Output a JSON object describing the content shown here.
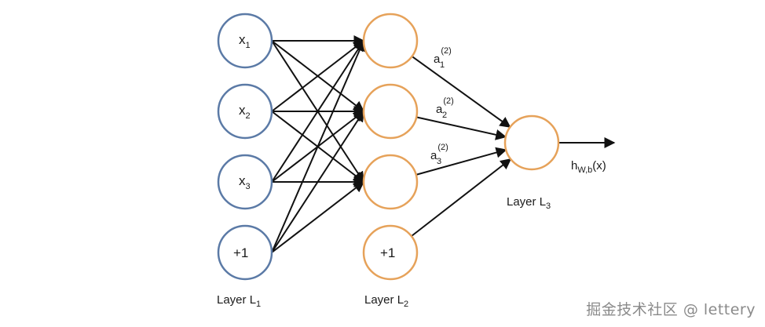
{
  "colors": {
    "input_stroke": "#5b7aa6",
    "hidden_stroke": "#e6a25a",
    "edge": "#111111"
  },
  "layers": [
    {
      "label": "Layer L",
      "label_sub": "1",
      "nodes": [
        {
          "text": "x",
          "sub": "1"
        },
        {
          "text": "x",
          "sub": "2"
        },
        {
          "text": "x",
          "sub": "3"
        },
        {
          "text": "+1",
          "sub": ""
        }
      ]
    },
    {
      "label": "Layer L",
      "label_sub": "2",
      "nodes": [
        {
          "text": "",
          "sub": ""
        },
        {
          "text": "",
          "sub": ""
        },
        {
          "text": "",
          "sub": ""
        },
        {
          "text": "+1",
          "sub": ""
        }
      ]
    },
    {
      "label": "Layer L",
      "label_sub": "3",
      "nodes": [
        {
          "text": "",
          "sub": ""
        }
      ]
    }
  ],
  "activations": [
    {
      "base": "a",
      "sub": "1",
      "sup": "(2)"
    },
    {
      "base": "a",
      "sub": "2",
      "sup": "(2)"
    },
    {
      "base": "a",
      "sub": "3",
      "sup": "(2)"
    }
  ],
  "output": {
    "base": "h",
    "sub": "W,b",
    "suffix": "(x)"
  },
  "watermark": "掘金技术社区 @ lettery"
}
